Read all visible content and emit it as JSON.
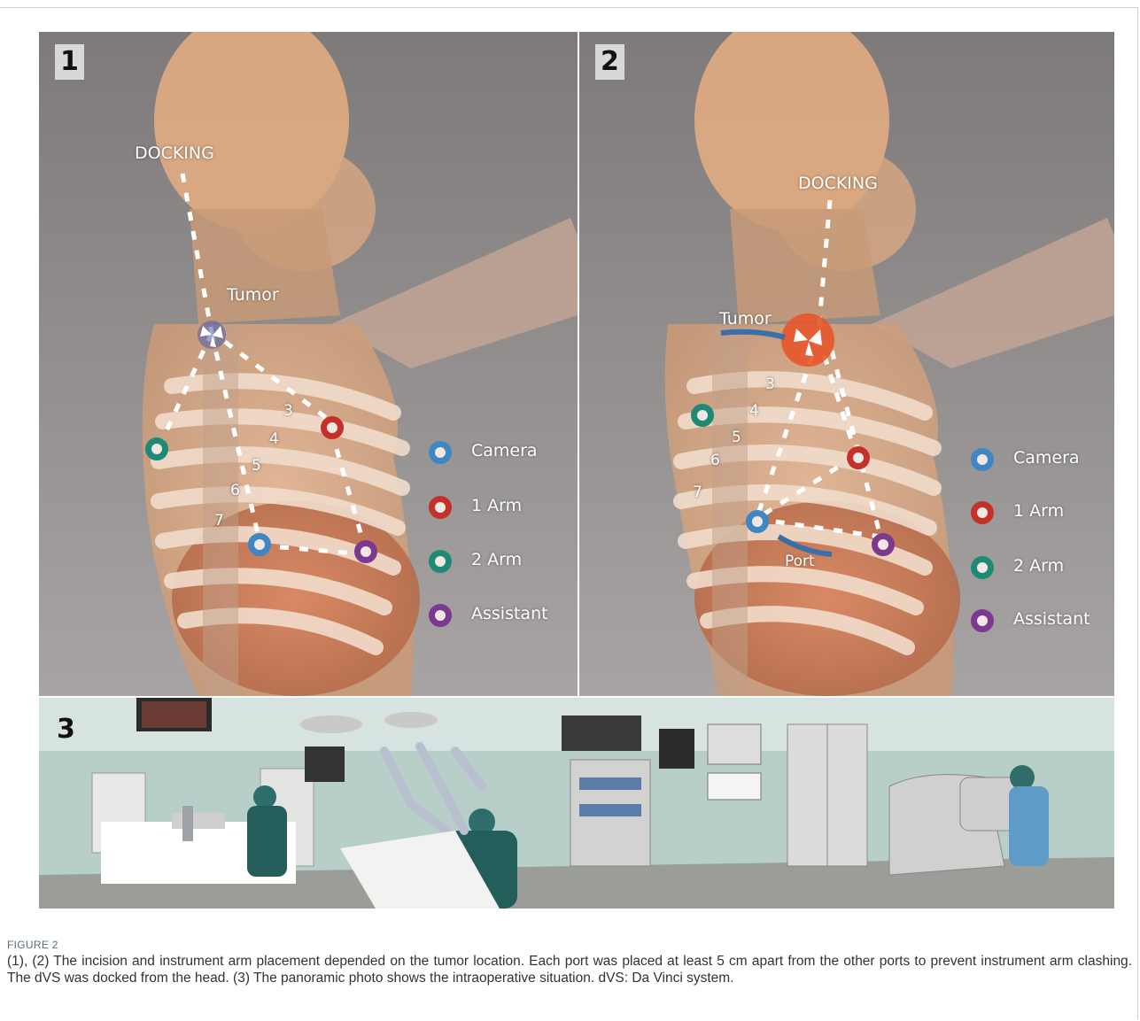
{
  "figure": {
    "panels": [
      {
        "number": "1",
        "docking_label": "DOCKING",
        "tumor_label": "Tumor",
        "rib_labels": [
          "3",
          "4",
          "5",
          "6",
          "7"
        ],
        "legend": [
          {
            "label": "Camera",
            "color": "#3f86c4"
          },
          {
            "label": "1 Arm",
            "color": "#c4302a"
          },
          {
            "label": "2 Arm",
            "color": "#1e8a76"
          },
          {
            "label": "Assistant",
            "color": "#7b3a8f"
          }
        ]
      },
      {
        "number": "2",
        "docking_label": "DOCKING",
        "tumor_label": "Tumor",
        "port_label": "Port",
        "rib_labels": [
          "3",
          "4",
          "5",
          "6",
          "7"
        ],
        "legend": [
          {
            "label": "Camera",
            "color": "#3f86c4"
          },
          {
            "label": "1 Arm",
            "color": "#c4302a"
          },
          {
            "label": "2 Arm",
            "color": "#1e8a76"
          },
          {
            "label": "Assistant",
            "color": "#7b3a8f"
          }
        ]
      },
      {
        "number": "3"
      }
    ],
    "caption_title": "FIGURE 2",
    "caption_text": "(1), (2) The incision and instrument arm placement depended on the tumor location. Each port was placed at least 5 cm apart from the other ports to prevent instrument arm clashing. The dVS was docked from the head. (3) The panoramic photo shows the intraoperative situation. dVS: Da Vinci system."
  }
}
